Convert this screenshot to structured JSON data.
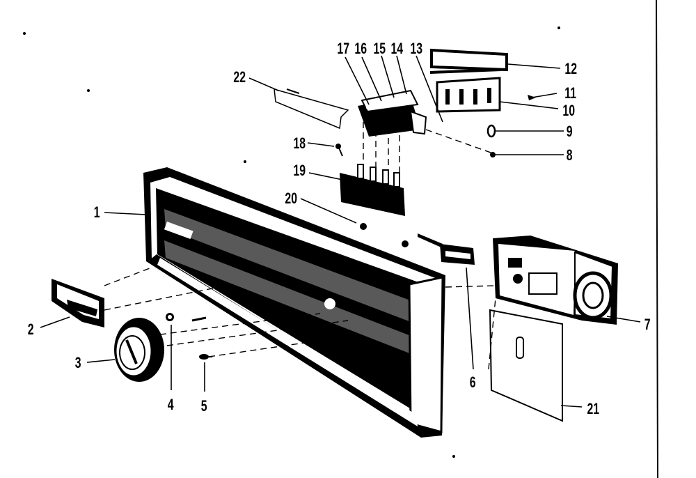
{
  "diagram": {
    "part_labels": [
      "1",
      "2",
      "3",
      "4",
      "5",
      "6",
      "7",
      "8",
      "9",
      "10",
      "11",
      "12",
      "13",
      "14",
      "15",
      "16",
      "17",
      "18",
      "19",
      "20",
      "21",
      "22"
    ]
  }
}
